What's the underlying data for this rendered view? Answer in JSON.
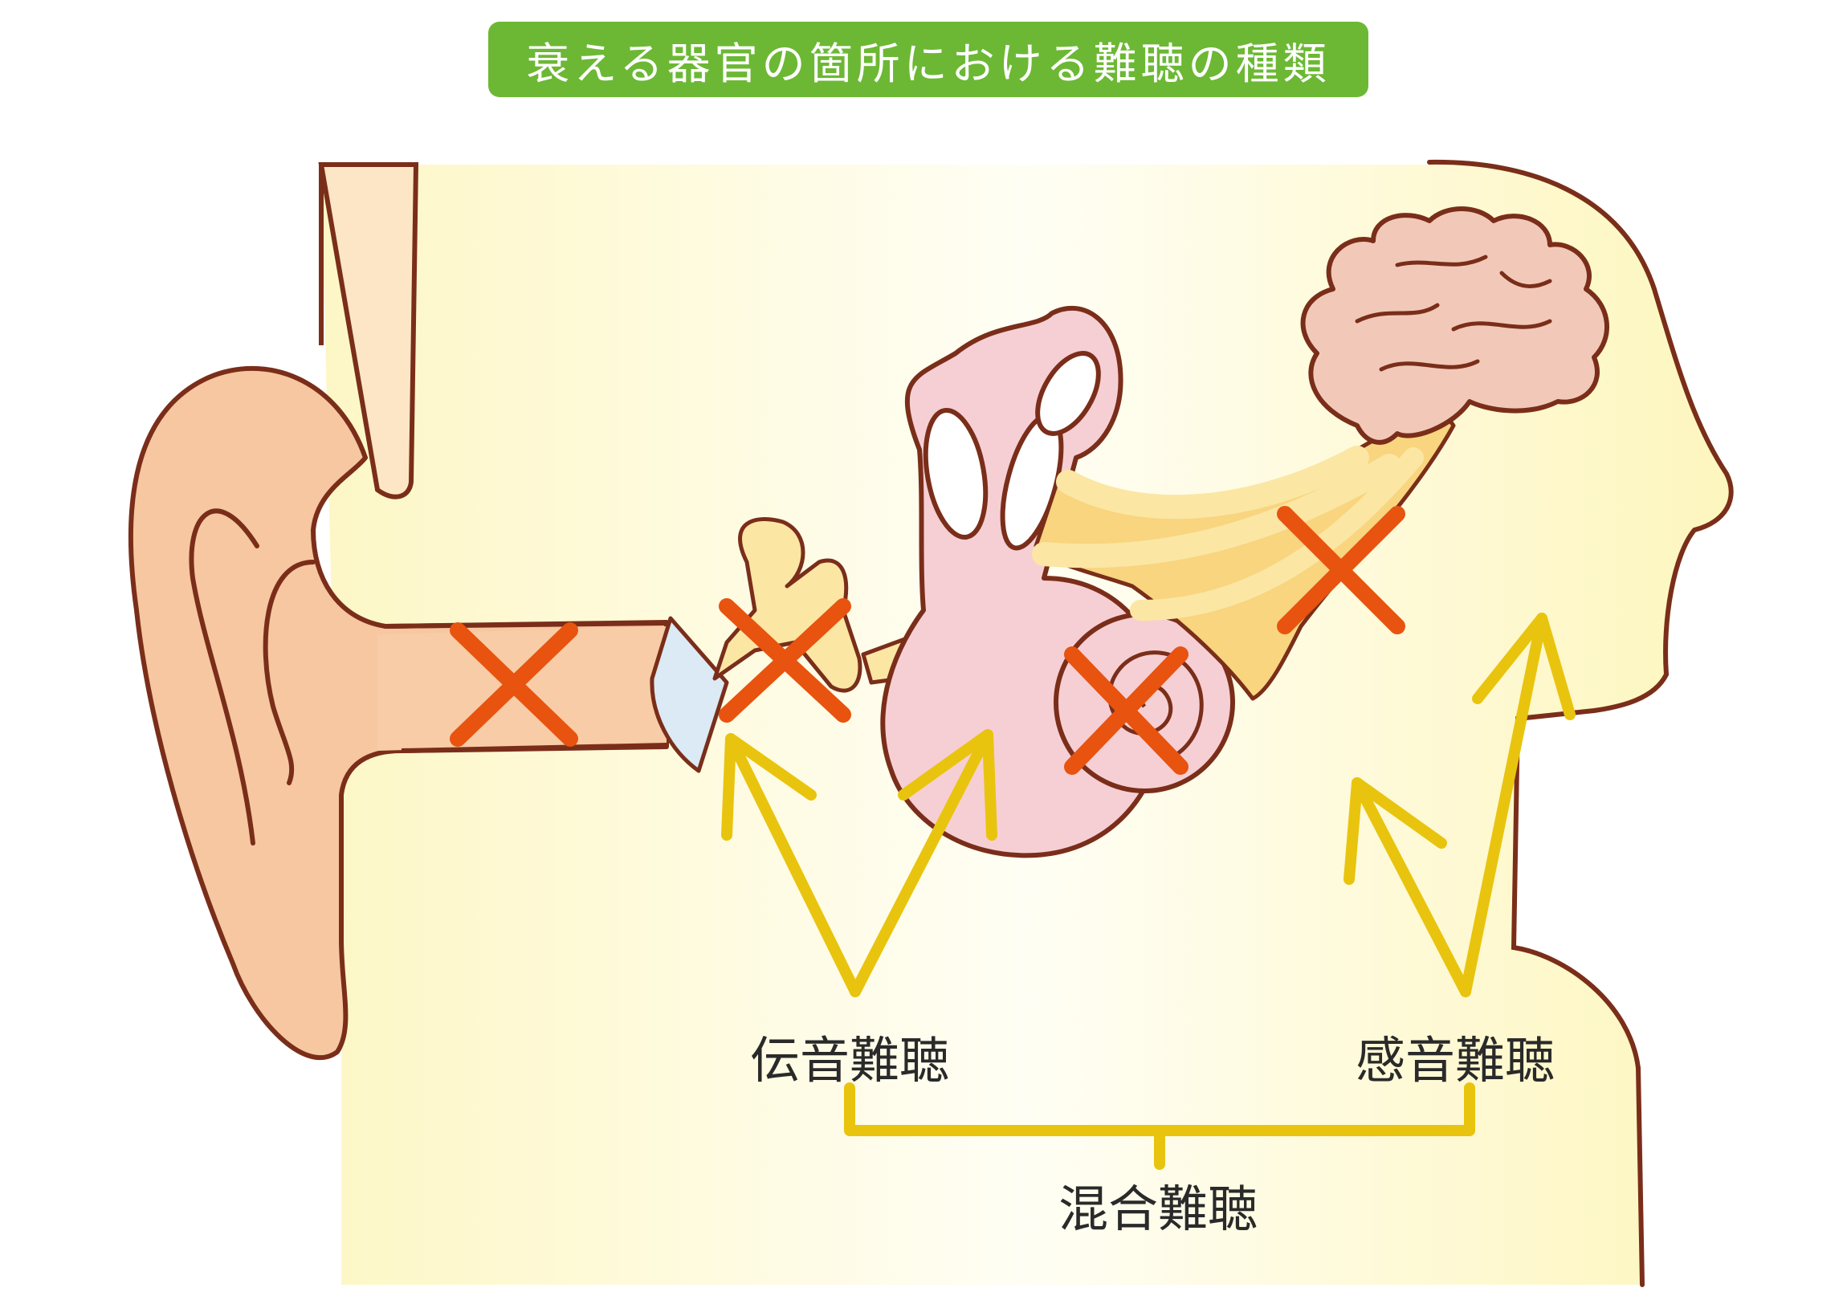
{
  "title": "衰える器官の箇所における難聴の種類",
  "labels": {
    "conductive": "伝音難聴",
    "sensorineural": "感音難聴",
    "mixed": "混合難聴"
  },
  "colors": {
    "banner_green": "#6cb834",
    "skin_yellow": "#fdf8c4",
    "ear_skin": "#f6c7a0",
    "outline_brown": "#7a2e1a",
    "cochlea_pink": "#f6cfd4",
    "brain_pink": "#f2c9b8",
    "nerve_yellow": "#f8d57e",
    "arrow_yellow": "#e9c40e",
    "x_mark_orange": "#e8530f",
    "eardrum_blue": "#dbeaf5",
    "ossicle_cream": "#fbe6a4"
  },
  "icons": [
    "x-mark-icon",
    "arrow-icon",
    "brain-icon",
    "cochlea-icon",
    "ear-icon"
  ]
}
